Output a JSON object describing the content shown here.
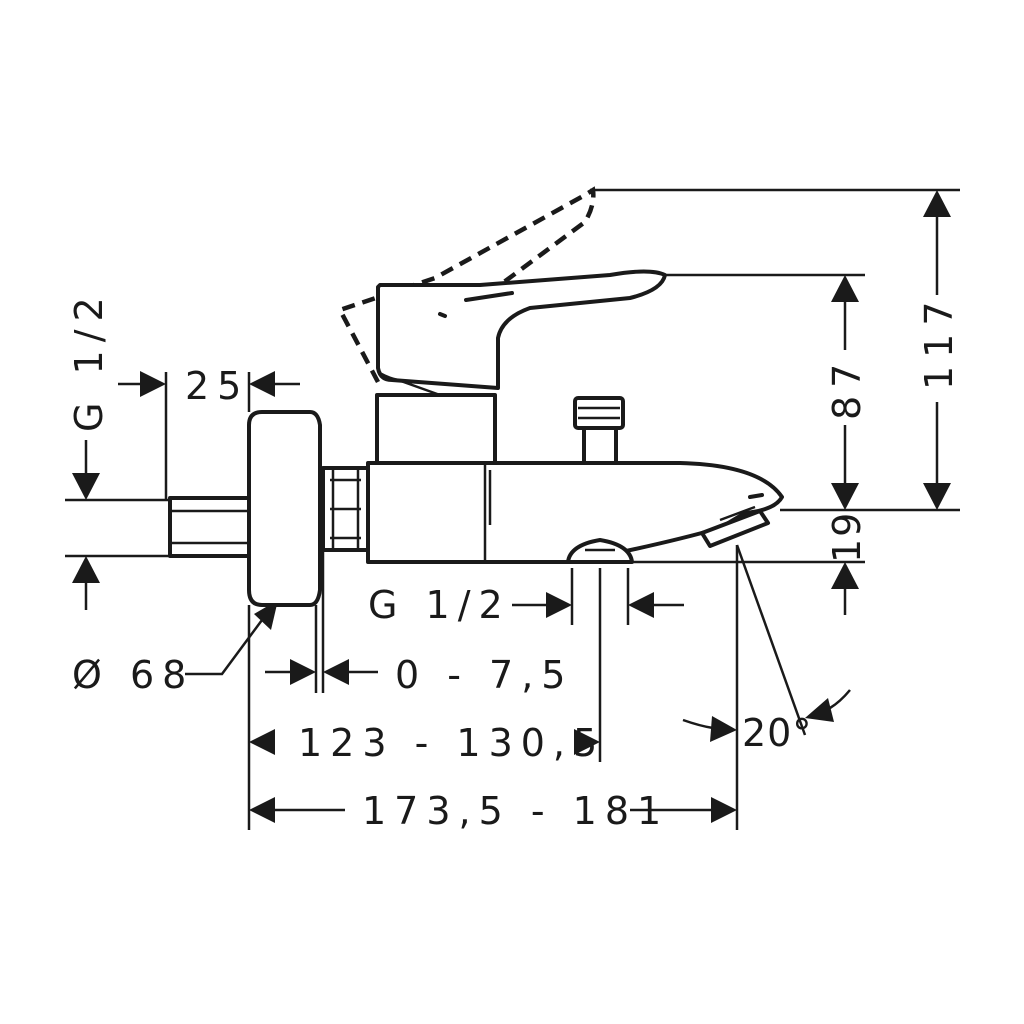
{
  "dimensions": {
    "thread_left": "G 1/2",
    "flange_offset": "25",
    "diameter": "Ø 68",
    "adjust_range": "0 - 7,5",
    "thread_bottom": "G 1/2",
    "to_outlet": "123 - 130,5",
    "total_length": "173,5 - 181",
    "angle": "20°",
    "height_total": "117",
    "height_lever": "87",
    "height_spout": "19"
  },
  "colors": {
    "ink": "#1a1a1a",
    "paper": "#ffffff"
  }
}
